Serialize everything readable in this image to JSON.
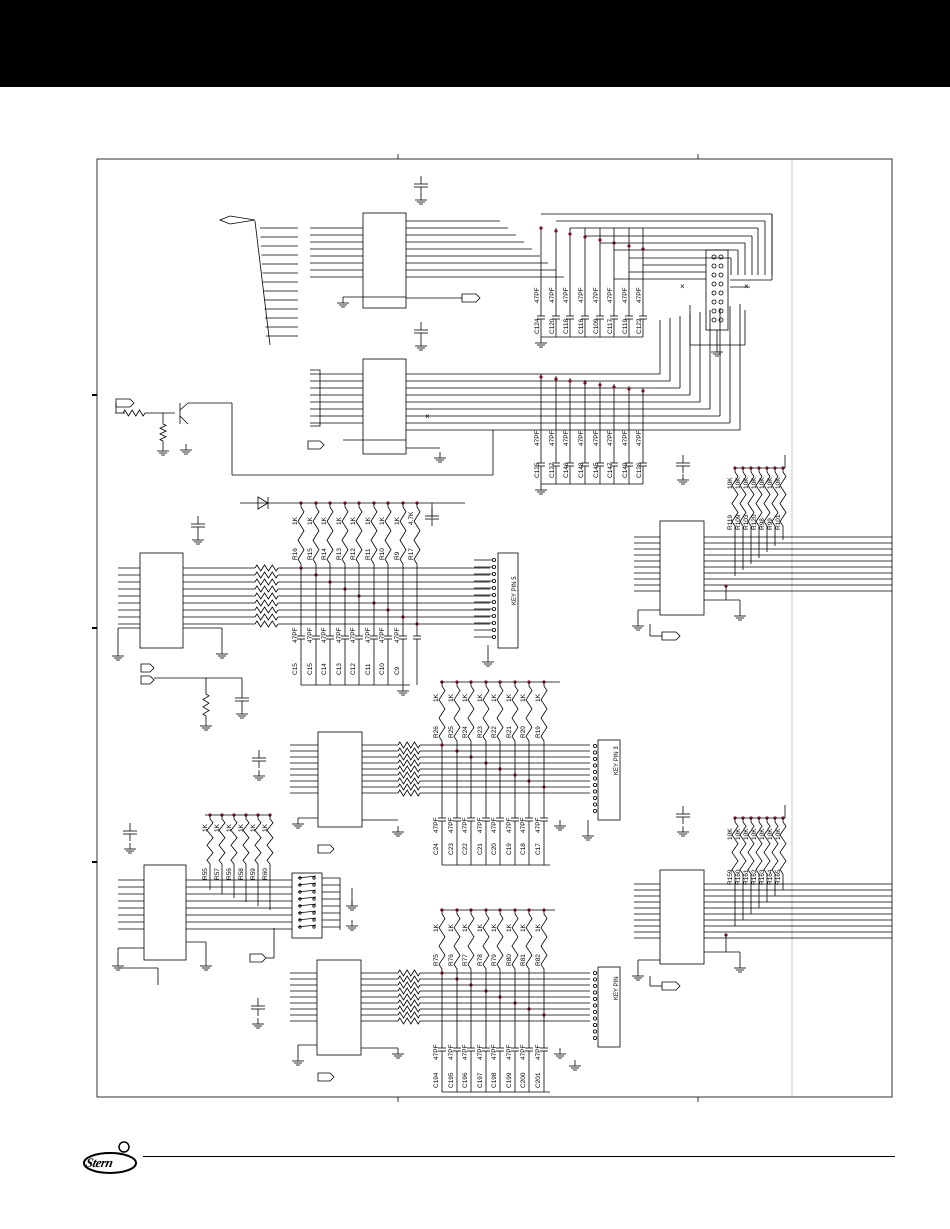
{
  "brand": {
    "logo_text": "Stern"
  },
  "labels": {
    "block1_caps": [
      "C124",
      "C120",
      "C118",
      "C116",
      "C109",
      "C117",
      "C119",
      "C122"
    ],
    "block1_vals": [
      "47PF",
      "47PF",
      "47PF",
      "47PF",
      "47PF",
      "47PF",
      "47PF",
      "47PF"
    ],
    "block2_caps": [
      "C125",
      "C127",
      "C146",
      "C148",
      "C145",
      "C147",
      "C149",
      "C126"
    ],
    "block2_vals": [
      "47PF",
      "47PF",
      "47PF",
      "47PF",
      "47PF",
      "47PF",
      "47PF",
      "47PF"
    ],
    "keyrow5_res": [
      "R16",
      "R15",
      "R14",
      "R13",
      "R12",
      "R11",
      "R10",
      "R9",
      "R17"
    ],
    "keyrow5_vals": [
      "1K",
      "1K",
      "1K",
      "1K",
      "1K",
      "1K",
      "1K",
      "1K",
      "4.7K"
    ],
    "keyrow5_caps": [
      "C15",
      "C15",
      "C14",
      "C13",
      "C12",
      "C11",
      "C10",
      "C9"
    ],
    "keyrow5_capvals": [
      "47PF",
      "47PF",
      "47PF",
      "47PF",
      "47PF",
      "47PF",
      "47PF",
      "47PF"
    ],
    "keypin5": "KEY PIN 5",
    "keyrow3_res": [
      "R26",
      "R25",
      "R24",
      "R23",
      "R22",
      "R21",
      "R20",
      "R19"
    ],
    "keyrow3_vals": [
      "1K",
      "1K",
      "1K",
      "1K",
      "1K",
      "1K",
      "1K",
      "1K"
    ],
    "keyrow3_caps": [
      "C24",
      "C23",
      "C22",
      "C21",
      "C20",
      "C19",
      "C18",
      "C17"
    ],
    "keyrow3_capvals": [
      "47PF",
      "47PF",
      "47PF",
      "47PF",
      "47PF",
      "47PF",
      "47PF",
      "47PF"
    ],
    "keypin3": "KEY PIN 3",
    "keyrowb_res": [
      "R75",
      "R76",
      "R77",
      "R78",
      "R79",
      "R80",
      "R81",
      "R82"
    ],
    "keyrowb_vals": [
      "1K",
      "1K",
      "1K",
      "1K",
      "1K",
      "1K",
      "1K",
      "1K"
    ],
    "keyrowb_caps": [
      "C194",
      "C195",
      "C196",
      "C197",
      "C198",
      "C199",
      "C200",
      "C201"
    ],
    "keyrowb_capvals": [
      "47PF",
      "47PF",
      "47PF",
      "47PF",
      "47PF",
      "47PF",
      "47PF",
      "47PF"
    ],
    "keypinb": "KEY PIN",
    "dip_res": [
      "R55",
      "R57",
      "R56",
      "R58",
      "R59",
      "R60"
    ],
    "dip_vals": [
      "1K",
      "1K",
      "1K",
      "1K",
      "1K",
      "1K"
    ],
    "right1_res": [
      "R119",
      "R109",
      "R103",
      "R120",
      "R98",
      "R99",
      "R101"
    ],
    "right1_vals": [
      "10K",
      "10K",
      "10K",
      "10K",
      "10K",
      "10K",
      "10K"
    ],
    "right2_res": [
      "R159",
      "R160",
      "R161",
      "R162",
      "R163",
      "R164",
      "R165"
    ],
    "right2_vals": [
      "10K",
      "10K",
      "10K",
      "10K",
      "10K",
      "10K",
      "10K"
    ]
  }
}
